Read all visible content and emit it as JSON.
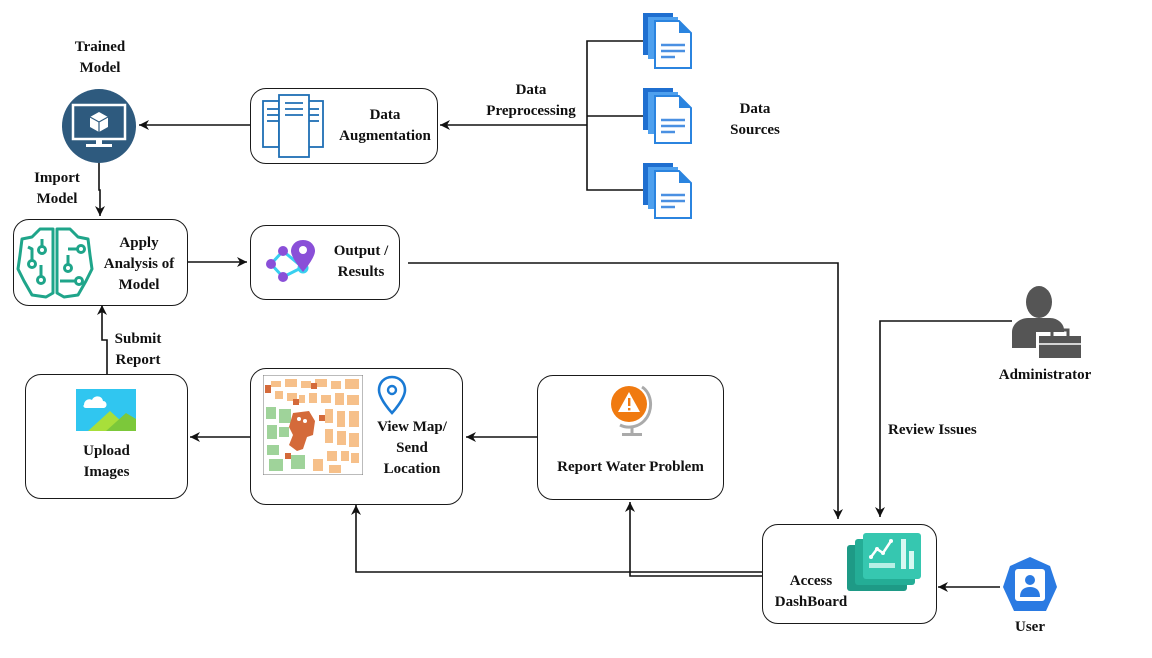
{
  "diagram": {
    "type": "system-flow",
    "nodes": {
      "trained_model": {
        "label_lines": [
          "Trained",
          "Model"
        ],
        "icon": "monitor-cube-icon",
        "icon_color": "#2e5a7e"
      },
      "data_augmentation": {
        "label_lines": [
          "Data",
          "Augmentation"
        ],
        "icon": "server-rack-icon",
        "icon_color": "#1f6fb5"
      },
      "data_sources": {
        "label_lines": [
          "Data",
          "Sources"
        ],
        "icon": "documents-icon",
        "icon_color": "#2b84df",
        "count": 3
      },
      "apply_analysis": {
        "label_lines": [
          "Apply",
          "Analysis of",
          "Model"
        ],
        "icon": "brain-circuit-icon",
        "icon_color": "#1fa58a"
      },
      "output_results": {
        "label_lines": [
          "Output /",
          "Results"
        ],
        "icon": "location-graph-icon",
        "icon_color": "#8a4fd8"
      },
      "upload_images": {
        "label_lines": [
          "Upload",
          "Images"
        ],
        "icon": "image-icon",
        "icon_color": "#2fc3ee"
      },
      "view_map": {
        "label_lines": [
          "View Map/",
          "Send",
          "Location"
        ],
        "icon": "map-pin-icon",
        "icon_color": "#1a7ad4"
      },
      "report_water": {
        "label_lines": [
          "Report Water Problem"
        ],
        "icon": "warning-globe-icon",
        "icon_color": "#f07a10"
      },
      "access_dashboard": {
        "label_lines": [
          "Access",
          "DashBoard"
        ],
        "icon": "dashboard-chart-icon",
        "icon_color": "#2bb5a0"
      },
      "administrator": {
        "label_lines": [
          "Administrator"
        ],
        "icon": "admin-briefcase-icon",
        "icon_color": "#555555"
      },
      "user": {
        "label_lines": [
          "User"
        ],
        "icon": "user-badge-icon",
        "icon_color": "#2a7ae2"
      }
    },
    "edge_labels": {
      "data_preprocessing": [
        "Data",
        "Preprocessing"
      ],
      "import_model": [
        "Import",
        "Model"
      ],
      "submit_report": [
        "Submit",
        "Report"
      ],
      "review_issues": [
        "Review Issues"
      ]
    },
    "edges": [
      {
        "from": "data_sources",
        "to": "data_augmentation",
        "label": "Data Preprocessing"
      },
      {
        "from": "data_augmentation",
        "to": "trained_model"
      },
      {
        "from": "trained_model",
        "to": "apply_analysis",
        "label": "Import Model"
      },
      {
        "from": "apply_analysis",
        "to": "output_results"
      },
      {
        "from": "output_results",
        "to": "access_dashboard"
      },
      {
        "from": "administrator",
        "to": "access_dashboard",
        "label": "Review Issues"
      },
      {
        "from": "user",
        "to": "access_dashboard"
      },
      {
        "from": "access_dashboard",
        "to": "report_water"
      },
      {
        "from": "access_dashboard",
        "to": "view_map"
      },
      {
        "from": "report_water",
        "to": "view_map"
      },
      {
        "from": "view_map",
        "to": "upload_images"
      },
      {
        "from": "upload_images",
        "to": "apply_analysis",
        "label": "Submit Report"
      }
    ]
  }
}
